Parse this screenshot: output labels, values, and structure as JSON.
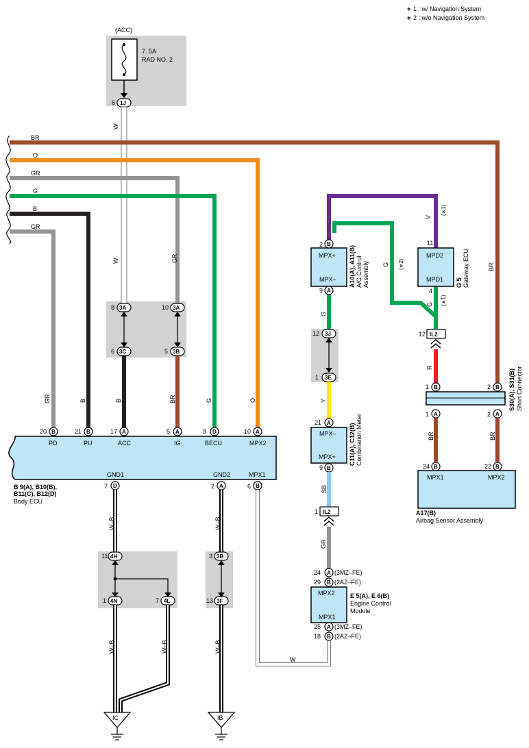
{
  "legend": {
    "note1": "∗ 1 : w/ Navigation System",
    "note2": "∗ 2 : w/o Navigation System"
  },
  "fuse": {
    "supply": "(ACC)",
    "rating": "7. 5A",
    "name": "RAD NO. 2",
    "pin": "6",
    "conn": "1J"
  },
  "wire_colors": {
    "BR": "#9b4a2a",
    "O": "#f08c1e",
    "GR": "#949494",
    "G": "#00a651",
    "B": "#231f20",
    "V": "#6a2c91",
    "Y": "#ffe600",
    "SB": "#7fcdee",
    "R": "#ed1c24",
    "W": "#ffffff"
  },
  "left_wire_labels": [
    "BR",
    "O",
    "GR",
    "G",
    "B",
    "GR"
  ],
  "wire_labels": {
    "w_top": "W",
    "w_mid": "W",
    "gr_mid": "GR",
    "b_acc": "B",
    "br_ig": "BR",
    "gr_pd": "GR",
    "b_pu": "B",
    "g_becu": "G",
    "o_mpx2": "O",
    "wb1": "W–B",
    "wb2": "W–B",
    "wb3": "W–B",
    "wb4": "W–B",
    "wb5": "W–B",
    "w_bottom": "W",
    "g_a10": "G",
    "y": "Y",
    "sb": "SB",
    "gr_e5": "GR",
    "v": "V",
    "v_note": "(∗1)",
    "g_diag": "G",
    "g_diag_note": "(∗2)",
    "g_g5": "G",
    "g_g5_note": "(∗1)",
    "r": "R",
    "br_right": "BR",
    "br_s30a": "BR",
    "br_s30b": "BR"
  },
  "junction_acc": {
    "pins": [
      "8",
      "6",
      "10",
      "5"
    ],
    "conns": [
      "3A",
      "3C",
      "3A",
      "3B"
    ]
  },
  "junction_gnd1": {
    "pins": [
      "11",
      "1",
      "7"
    ],
    "conns": [
      "4H",
      "4N",
      "4L"
    ]
  },
  "junction_gnd2": {
    "pins": [
      "3",
      "13"
    ],
    "conns": [
      "3B",
      "3F"
    ]
  },
  "junction_meter": {
    "pins": [
      "12",
      "1"
    ],
    "conns": [
      "3J",
      "3E"
    ]
  },
  "body_ecu": {
    "code": "B 9(A), B10(B),",
    "code2": "B11(C), B12(D)",
    "name": "Body ECU",
    "top_pins": [
      {
        "num": "20",
        "conn": "B",
        "label": "PD"
      },
      {
        "num": "21",
        "conn": "B",
        "label": "PU"
      },
      {
        "num": "17",
        "conn": "A",
        "label": "ACC"
      },
      {
        "num": "5",
        "conn": "A",
        "label": "IG"
      },
      {
        "num": "9",
        "conn": "D",
        "label": "BECU"
      },
      {
        "num": "10",
        "conn": "A",
        "label": "MPX2"
      }
    ],
    "bottom_pins": [
      {
        "num": "7",
        "conn": "D",
        "label": "GND1"
      },
      {
        "num": "2",
        "conn": "A",
        "label": "GND2"
      },
      {
        "num": "6",
        "conn": "B",
        "label": "MPX1"
      }
    ]
  },
  "ac_control": {
    "code": "A10(A), A11(B)",
    "name1": "A/C Control",
    "name2": "Assembly",
    "pin_top": {
      "num": "2",
      "conn": "B",
      "label": "MPX+"
    },
    "pin_bottom": {
      "num": "9",
      "conn": "A",
      "label": "MPX–"
    }
  },
  "gateway": {
    "code": "G 5",
    "name": "Gateway ECU",
    "pin_top": {
      "num": "11",
      "label": "MPD2"
    },
    "pin_bottom": {
      "num": "4",
      "label": "MPD1"
    }
  },
  "il2_top": {
    "pin": "12",
    "conn": "IL2"
  },
  "il2_mid": {
    "pin": "1",
    "conn": "IL2"
  },
  "combo_meter": {
    "code": "C11(A), C12(B)",
    "name": "Combination Meter",
    "pin_top": {
      "num": "21",
      "conn": "A",
      "label": "MPX–"
    },
    "pin_bottom": {
      "num": "9",
      "conn": "B",
      "label": "MPX+"
    }
  },
  "short_connector": {
    "code": "S30(A), S31(B)",
    "name": "Short Connector",
    "top_pins": [
      {
        "num": "1",
        "conn": "B"
      },
      {
        "num": "2",
        "conn": "B"
      }
    ],
    "bottom_pins": [
      {
        "num": "1",
        "conn": "A"
      },
      {
        "num": "2",
        "conn": "A"
      }
    ]
  },
  "airbag": {
    "code": "A17(B)",
    "name": "Airbag Sensor Assembly",
    "pins": [
      {
        "num": "24",
        "conn": "B",
        "label": "MPX1"
      },
      {
        "num": "22",
        "conn": "B",
        "label": "MPX2"
      }
    ]
  },
  "ecm": {
    "code": "E 5(A), E 6(B)",
    "name1": "Engine Control",
    "name2": "Module",
    "top_pins": [
      {
        "num": "24",
        "conn": "A",
        "note": "(3MZ–FE)"
      },
      {
        "num": "29",
        "conn": "B",
        "note": "(2AZ–FE)"
      }
    ],
    "top_label": "MPX2",
    "bottom_label": "MPX1",
    "bottom_pins": [
      {
        "num": "25",
        "conn": "A",
        "note": "(3MZ–FE)"
      },
      {
        "num": "18",
        "conn": "B",
        "note": "(2AZ–FE)"
      }
    ]
  },
  "grounds": [
    "IC",
    "IB"
  ]
}
